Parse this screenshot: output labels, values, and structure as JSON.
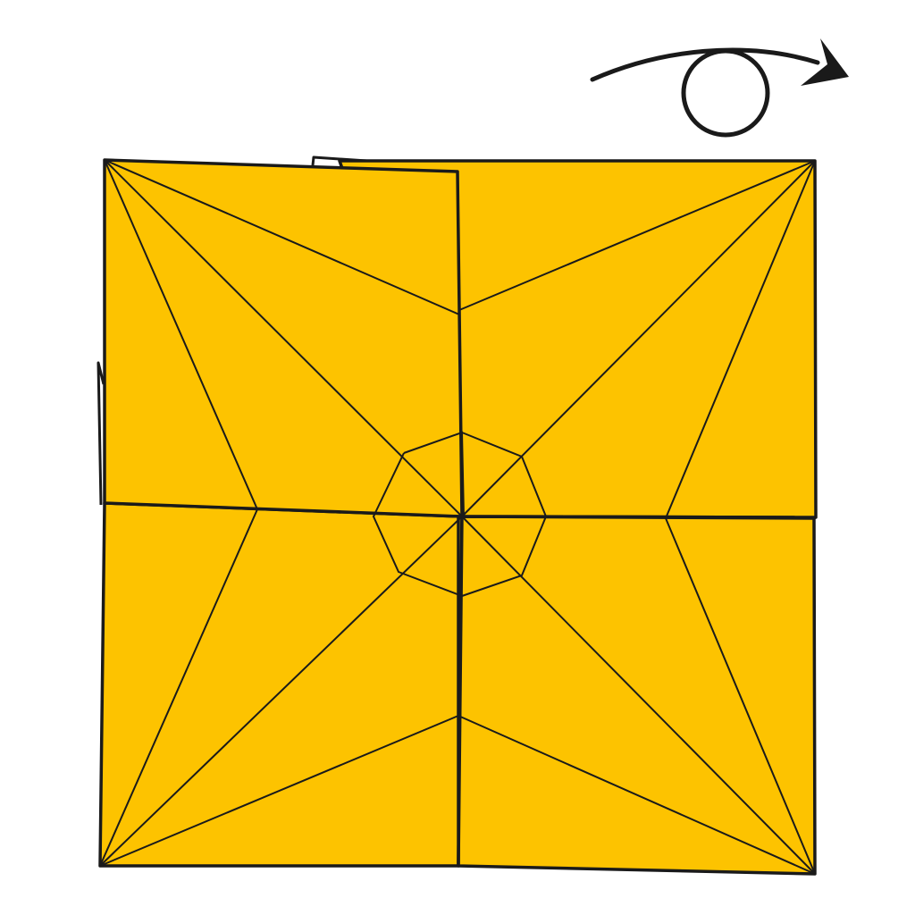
{
  "diagram": {
    "kind": "origami-instruction-step",
    "instruction_symbol": "turn-over",
    "paper_color": "#FDC300",
    "line_color": "#1a1a1a",
    "background_color": "#ffffff",
    "flaps": 4,
    "center_polygon": "octagon"
  }
}
